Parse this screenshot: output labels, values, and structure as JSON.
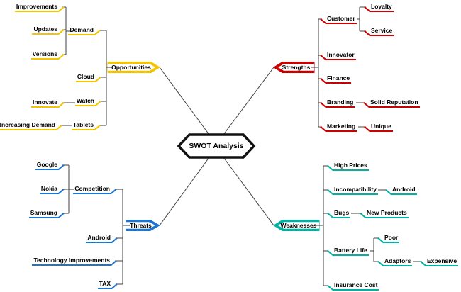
{
  "center": {
    "label": "SWOT Analysis"
  },
  "colors": {
    "opportunities": "#F2C500",
    "strengths": "#CC0000",
    "threats": "#1B75D1",
    "weaknesses": "#00B2A2",
    "connector": "#404040",
    "center_border": "#111111"
  },
  "branches": {
    "opportunities": {
      "label": "Opportunities",
      "color": "#F2C500",
      "children": {
        "demand": {
          "label": "Demand",
          "children": {
            "improvements": {
              "label": "Improvements"
            },
            "updates": {
              "label": "Updates"
            },
            "versions": {
              "label": "Versions"
            }
          }
        },
        "cloud": {
          "label": "Cloud"
        },
        "watch": {
          "label": "Watch",
          "children": {
            "innovate": {
              "label": "Innovate"
            }
          }
        },
        "tablets": {
          "label": "Tablets",
          "children": {
            "increasing_demand": {
              "label": "Increasing Demand"
            }
          }
        }
      }
    },
    "strengths": {
      "label": "Strengths",
      "color": "#CC0000",
      "children": {
        "customer": {
          "label": "Customer",
          "children": {
            "loyalty": {
              "label": "Loyalty"
            },
            "service": {
              "label": "Service"
            }
          }
        },
        "innovator": {
          "label": "Innovator"
        },
        "finance": {
          "label": "Finance"
        },
        "branding": {
          "label": "Branding",
          "children": {
            "solid_reputation": {
              "label": "Solid Reputation"
            }
          }
        },
        "marketing": {
          "label": "Marketing",
          "children": {
            "unique": {
              "label": "Unique"
            }
          }
        }
      }
    },
    "threats": {
      "label": "Threats",
      "color": "#1B75D1",
      "children": {
        "competition": {
          "label": "Competition",
          "children": {
            "google": {
              "label": "Google"
            },
            "nokia": {
              "label": "Nokia"
            },
            "samsung": {
              "label": "Samsung"
            }
          }
        },
        "android": {
          "label": "Android"
        },
        "technology_improvements": {
          "label": "Technology Improvements"
        },
        "tax": {
          "label": "TAX"
        }
      }
    },
    "weaknesses": {
      "label": "Weaknesses",
      "color": "#00B2A2",
      "children": {
        "high_prices": {
          "label": "High Prices"
        },
        "incompatibility": {
          "label": "Incompatibility",
          "children": {
            "android": {
              "label": "Android"
            }
          }
        },
        "bugs": {
          "label": "Bugs",
          "children": {
            "new_products": {
              "label": "New Products"
            }
          }
        },
        "battery_life": {
          "label": "Battery Life",
          "children": {
            "poor": {
              "label": "Poor"
            },
            "adaptors": {
              "label": "Adaptors",
              "children": {
                "expensive": {
                  "label": "Expensive"
                }
              }
            }
          }
        },
        "insurance_cost": {
          "label": "Insurance Cost"
        }
      }
    }
  }
}
